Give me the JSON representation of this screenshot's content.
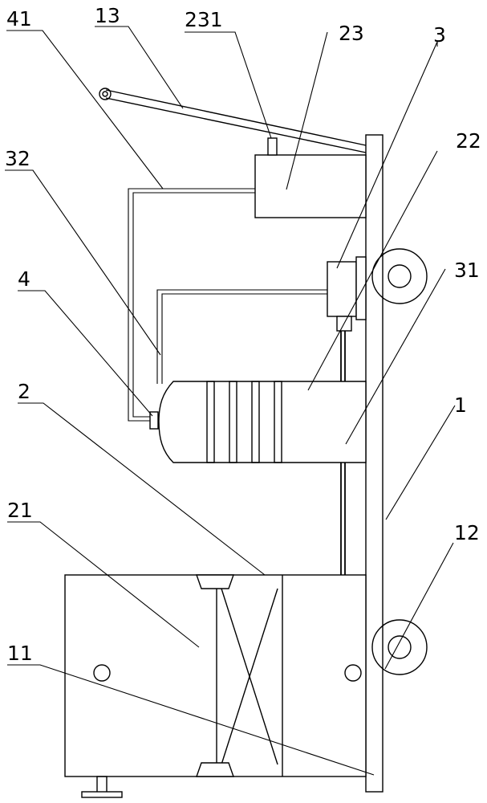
{
  "labels": {
    "l41": "41",
    "l13": "13",
    "l231": "231",
    "l23": "23",
    "l3": "3",
    "l22": "22",
    "l32": "32",
    "l4": "4",
    "l31": "31",
    "l2": "2",
    "l1": "1",
    "l21": "21",
    "l12": "12",
    "l11": "11"
  }
}
